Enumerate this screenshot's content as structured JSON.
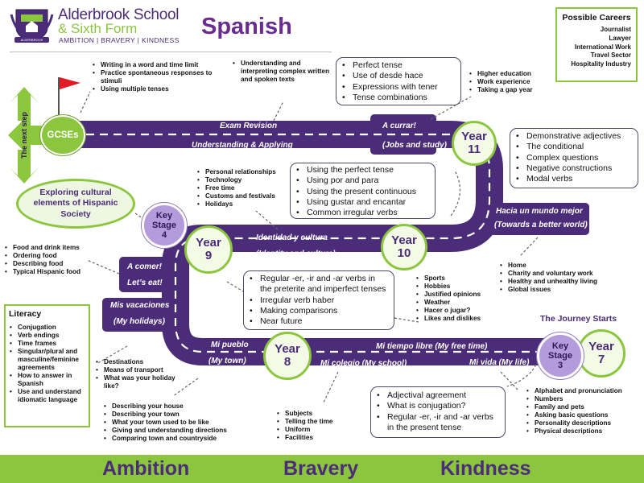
{
  "header": {
    "school_name_line1": "Alderbrook School",
    "school_name_line2": "& Sixth Form",
    "school_motto": "AMBITION | BRAVERY | KINDNESS",
    "logo_text": "ALDERBROOK",
    "subject_title": "Spanish"
  },
  "careers": {
    "title": "Possible Careers",
    "items": [
      "Journalist",
      "Lawyer",
      "International Work",
      "Travel Sector",
      "Hospitality Industry"
    ]
  },
  "road": {
    "next_step": "The next step",
    "gcses": "GCSEs",
    "exam_revision": "Exam Revision",
    "understanding_applying": "Understanding & Applying",
    "a_currar": "A currar!",
    "jobs_study": "(Jobs and study)",
    "hacia_mundo": "Hacia un mundo mejor",
    "better_world": "(Towards a better world)",
    "identidad": "Identidad y cultura",
    "identity_culture": "(Identity and culture)",
    "a_comer": "A comer!",
    "lets_eat": "Let’s eat!",
    "mis_vacaciones": "Mis vacaciones",
    "my_holidays": "(My holidays)",
    "mi_pueblo": "Mi pueblo",
    "my_town": "(My town)",
    "mi_tiempo_libre": "Mi tiempo libre (My free time)",
    "mi_colegio": "Mi colegio (My school)",
    "mi_vida": "Mi vida (My life)",
    "journey_starts": "The Journey Starts"
  },
  "milestones": {
    "year11": [
      "Year",
      "11"
    ],
    "year10": [
      "Year",
      "10"
    ],
    "year9": [
      "Year",
      "9"
    ],
    "year8": [
      "Year",
      "8"
    ],
    "year7": [
      "Year",
      "7"
    ],
    "ks4": [
      "Key",
      "Stage",
      "4"
    ],
    "ks3": [
      "Key",
      "Stage",
      "3"
    ]
  },
  "cultural_oval": "Exploring cultural elements of Hispanic Society",
  "lists": {
    "writing": [
      "Writing in a word and time limit",
      "Practice spontaneous responses to stimuli",
      "Using multiple tenses"
    ],
    "understanding": [
      "Understanding and interpreting complex written and spoken texts"
    ],
    "higher_ed": [
      "Higher education",
      "Work experience",
      "Taking a gap year"
    ],
    "personal": [
      "Personal relationships",
      "Technology",
      "Free time",
      "Customs and festivals",
      "Holidays"
    ],
    "food": [
      "Food and drink items",
      "Ordering food",
      "Describing food",
      "Typical Hispanic food"
    ],
    "home": [
      "Home",
      "Charity and voluntary work",
      "Healthy and unhealthy living",
      "Global issues"
    ],
    "sports": [
      "Sports",
      "Hobbies",
      "Justified opinions",
      "Weather",
      "Hacer o jugar?",
      "Likes and dislikes"
    ],
    "destinations": [
      "Destinations",
      "Means of transport",
      "What was your holiday like?"
    ],
    "house": [
      "Describing your house",
      "Describing your town",
      "What your town used to be like",
      "Giving and understanding directions",
      "Comparing town and countryside"
    ],
    "subjects": [
      "Subjects",
      "Telling the time",
      "Uniform",
      "Facilities"
    ],
    "alphabet": [
      "Alphabet and pronunciation",
      "Numbers",
      "Family and pets",
      "Asking basic questions",
      "Personality descriptions",
      "Physical descriptions"
    ]
  },
  "boxes": {
    "year11_grammar": [
      "Perfect tense",
      "Use of desde hace",
      "Expressions with tener",
      "Tense combinations"
    ],
    "demonstrative": [
      "Demonstrative adjectives",
      "The conditional",
      "Complex questions",
      "Negative constructions",
      "Modal verbs"
    ],
    "year10_grammar": [
      "Using the perfect tense",
      "Using por and para",
      "Using the present continuous",
      "Using gustar and encantar",
      "Common irregular verbs"
    ],
    "year9_grammar": [
      "Regular -er, -ir and -ar verbs in the preterite and imperfect tenses",
      "Irregular verb haber",
      "Making comparisons",
      "Near future"
    ],
    "year7_grammar": [
      "Adjectival agreement",
      "What is conjugation?",
      "Regular -er, -ir and -ar verbs in the present tense"
    ]
  },
  "literacy": {
    "title": "Literacy",
    "items": [
      "Conjugation",
      "Verb endings",
      "Time frames",
      "Singular/plural and masculine/feminine agreements",
      "How to answer in Spanish",
      "Use and understand idiomatic language"
    ]
  },
  "footer": {
    "ambition": "Ambition",
    "bravery": "Bravery",
    "kindness": "Kindness"
  },
  "colors": {
    "road": "#4b2c79",
    "accent_green": "#8cc63f",
    "footer_green": "#8cc63f",
    "title_purple": "#6a2c91"
  }
}
